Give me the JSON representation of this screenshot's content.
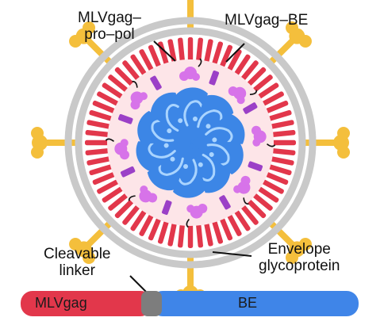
{
  "labels": {
    "gag_pro_pol": "MLVgag–\npro–pol",
    "gag_be": "MLVgag–BE",
    "envelope": "Envelope\nglycoprotein",
    "linker": "Cleavable\nlinker"
  },
  "construct": {
    "left": "MLVgag",
    "right": "BE"
  },
  "colors": {
    "membrane": "#c9c9c9",
    "spike": "#f4bf3c",
    "capsid": "#e2374b",
    "interior": "#fde5e8",
    "core": "#3c86e6",
    "rna": "#a9d4ff",
    "purple_rod": "#9b40c7",
    "protein": "#d773e9",
    "gag_bar": "#e2374b",
    "linker_bar": "#7d7d7d",
    "be_bar": "#3f85e8"
  }
}
